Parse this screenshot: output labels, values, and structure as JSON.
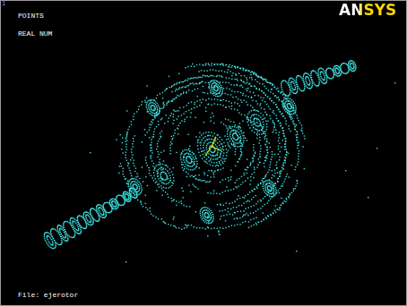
{
  "diagram": {
    "labels": [
      "1",
      "POINTS",
      "REAL NUM",
      "ANSYS",
      "File: ejerotor"
    ]
  }
}
